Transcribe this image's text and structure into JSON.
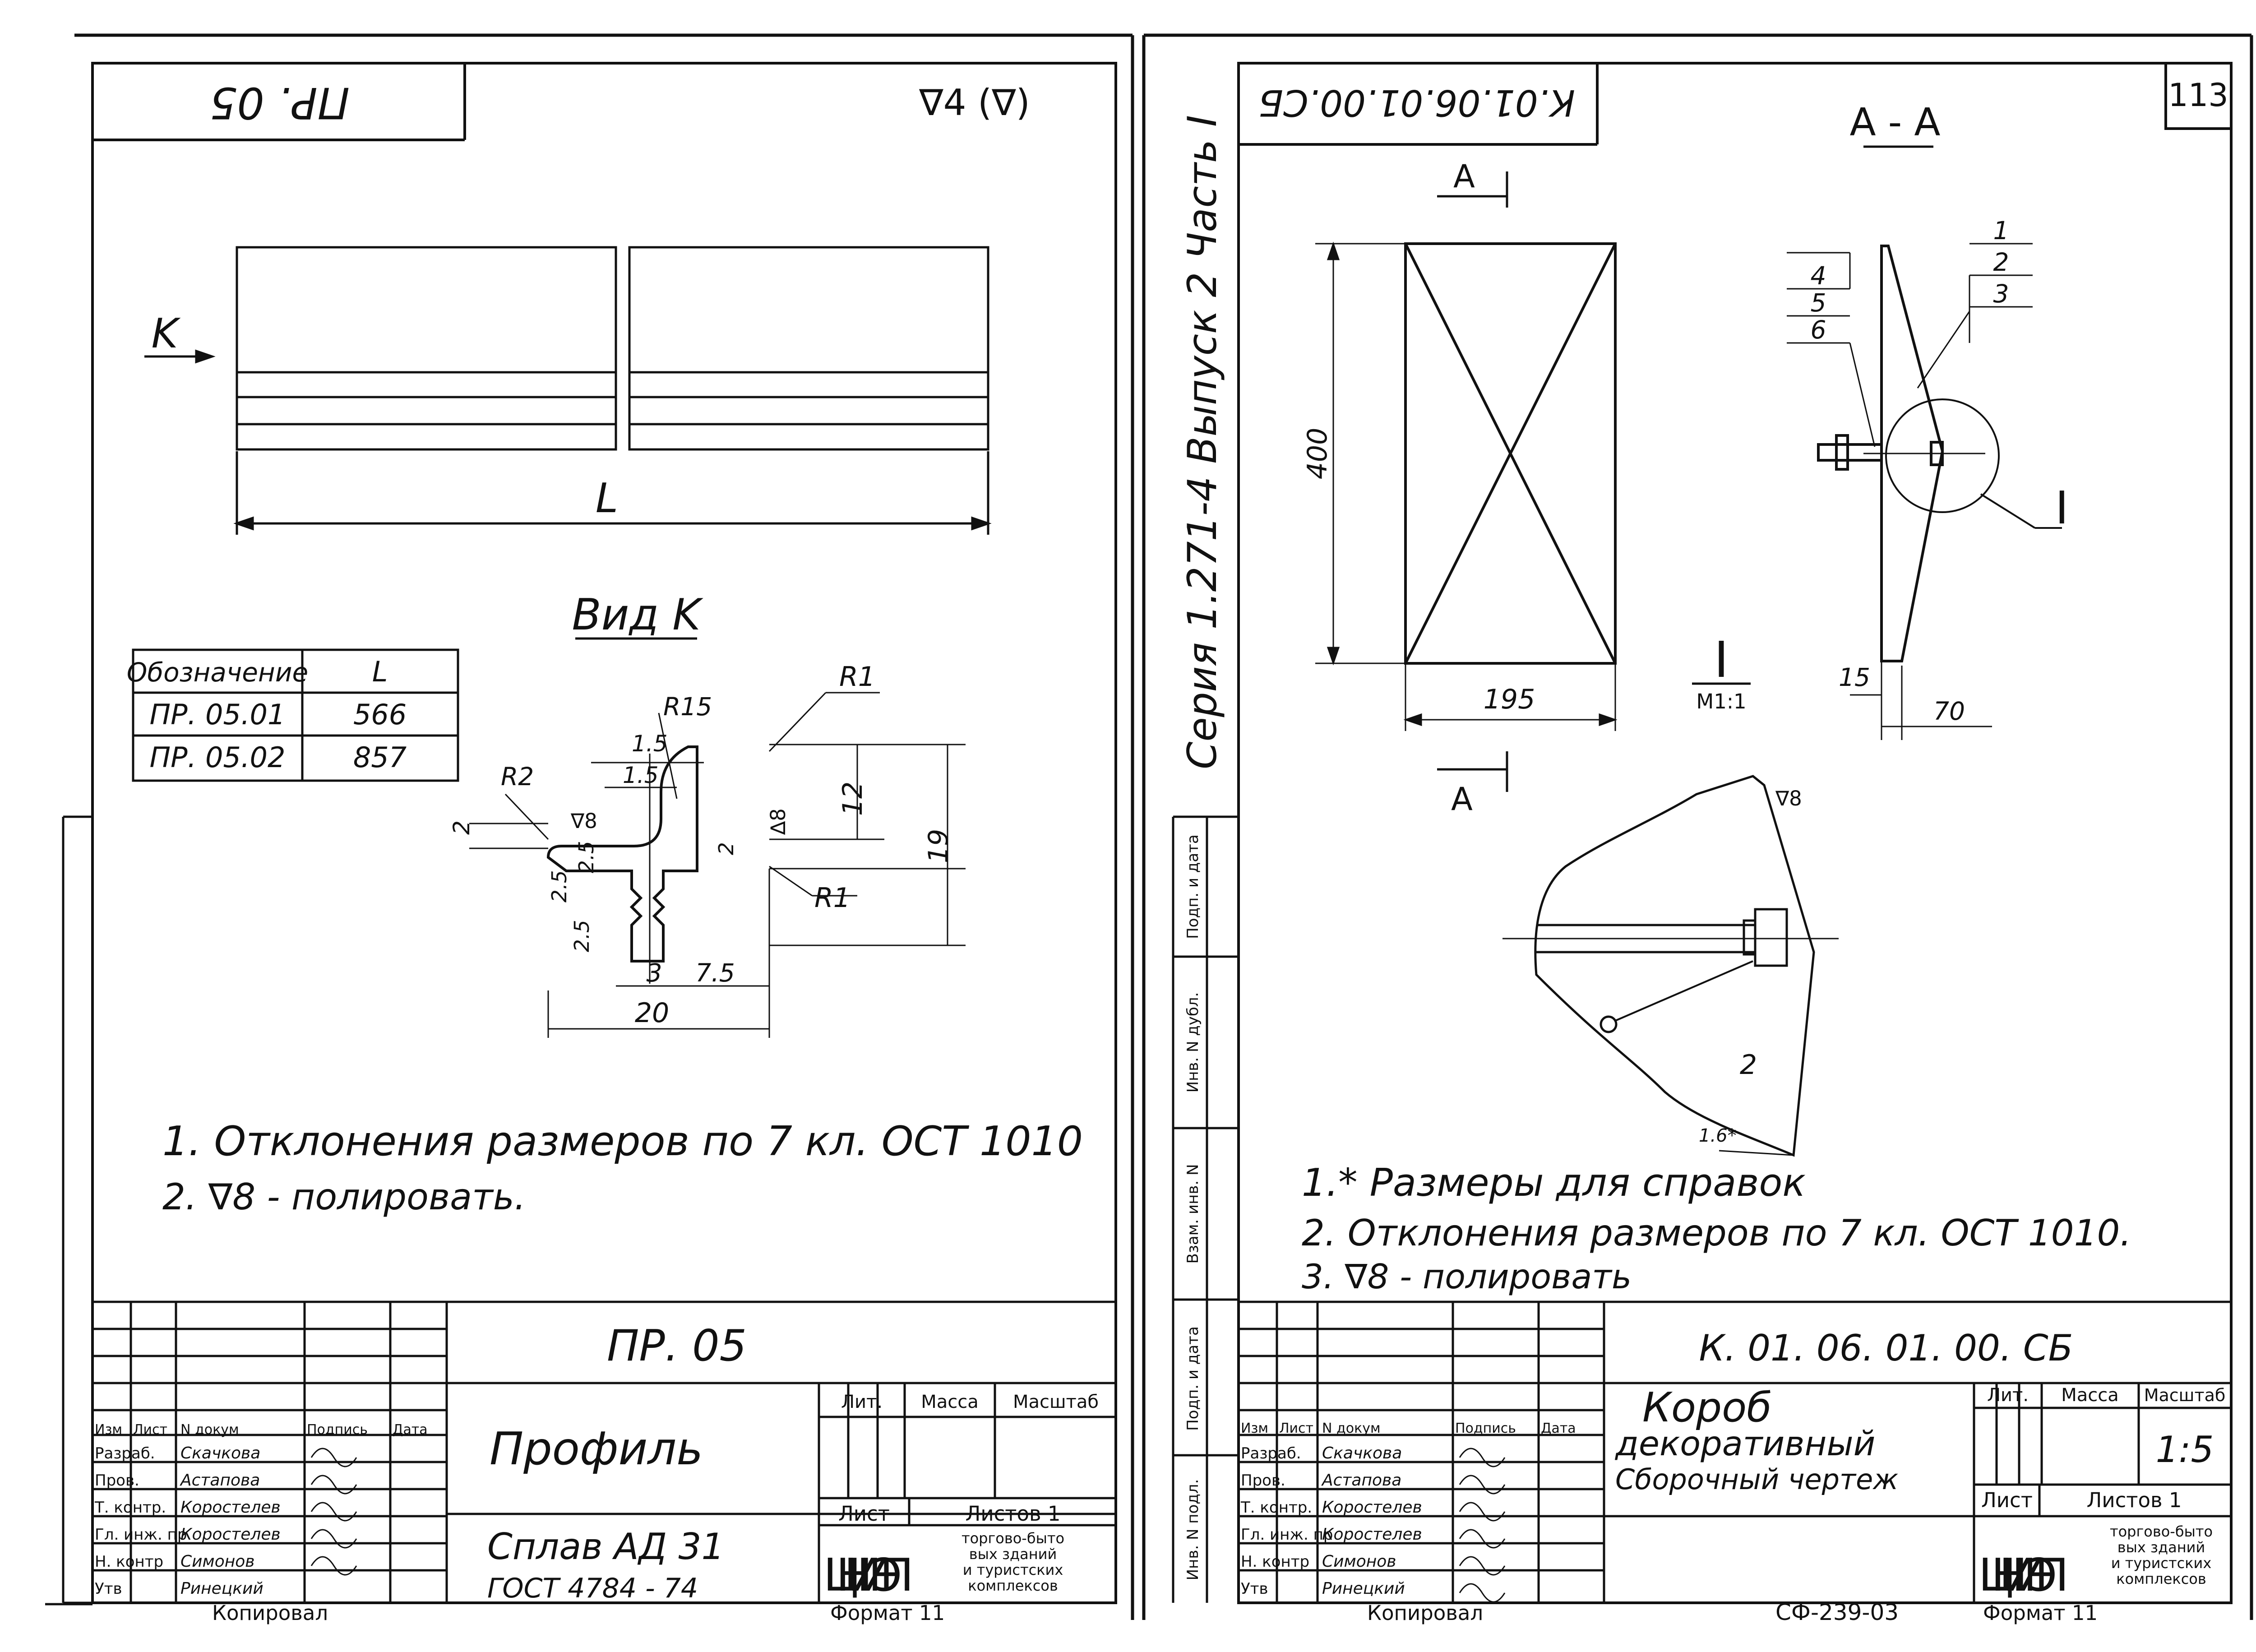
{
  "left_sheet": {
    "stamp_code": "ПР. 05",
    "roughness_general": "∇4 (∇)",
    "view_arrow_label": "K",
    "length_label": "L",
    "section_title": "Вид K",
    "table": {
      "headers": [
        "Обозначение",
        "L"
      ],
      "rows": [
        [
          "ПР. 05.01",
          "566"
        ],
        [
          "ПР. 05.02",
          "857"
        ]
      ]
    },
    "dims": {
      "r1_top": "R1",
      "r15": "R15",
      "r2": "R2",
      "r1_bottom": "R1",
      "d1_5a": "1.5",
      "d1_5b": "1.5",
      "d12": "12",
      "d19": "19",
      "d2_left": "2",
      "d2_5a": "2.5",
      "d2_5b": "2.5",
      "d2_5c": "2.5",
      "d2_right": "2",
      "d3": "3",
      "d7_5": "7.5",
      "d20": "20",
      "rough8a": "∇8",
      "rough8b": "∆8"
    },
    "notes": [
      "1. Отклонения размеров по 7 кл. ОСТ 1010",
      "2. ∇8 - полировать."
    ],
    "title_block": {
      "designation": "ПР. 05",
      "name": "Профиль",
      "material_1": "Сплав  АД 31",
      "material_2": "ГОСТ 4784 - 74",
      "col_headers": [
        "Изм",
        "Лист",
        "N докум",
        "Подпись",
        "Дата"
      ],
      "roles": [
        "Разраб.",
        "Пров.",
        "Т. контр.",
        "Гл. инж. пр",
        "Н. контр",
        "Утв"
      ],
      "people": [
        "Скачкова",
        "Астапова",
        "Коростелев",
        "Коростелев",
        "Симонов",
        "Ринецкий"
      ],
      "lit": "Лит.",
      "mass": "Масса",
      "scale": "Масштаб",
      "sheet": "Лист",
      "sheets": "Листов 1",
      "org_logo": "ЦНИИЭП",
      "org_text": [
        "торгово-быто",
        "вых зданий",
        "и туристских",
        "комплексов"
      ],
      "copied": "Копировал",
      "format": "Формат 11"
    }
  },
  "right_sheet": {
    "stamp_code": "К.01.06.01.00.СБ",
    "page_number": "113",
    "series_label": "Серия  1.271-4   Выпуск 2 Часть I",
    "section_title": "А - А",
    "cut_a_top": "А",
    "cut_a_bottom": "А",
    "dim_400": "400",
    "dim_195": "195",
    "dim_15": "15",
    "dim_70": "70",
    "detail_label": "I",
    "detail_callout": "I",
    "detail_scale": "М1:1",
    "dim_1_6": "1.6*",
    "rough8": "∇8",
    "leader_2": "2",
    "leaders_right": [
      "1",
      "2",
      "3"
    ],
    "leaders_left": [
      "4",
      "5",
      "6"
    ],
    "notes": [
      "1.* Размеры для справок",
      "2. Отклонения размеров по 7 кл. ОСТ 1010.",
      "3. ∇8 - полировать"
    ],
    "side_columns": [
      "Инв. N подл.",
      "Подп. и дата",
      "Взам. инв. N",
      "Инв. N дубл.",
      "Подп. и дата"
    ],
    "title_block": {
      "designation": "К. 01. 06. 01. 00. СБ",
      "name_1": "Короб",
      "name_2": "декоративный",
      "name_3": "Сборочный чертеж",
      "col_headers": [
        "Изм",
        "Лист",
        "N докум",
        "Подпись",
        "Дата"
      ],
      "roles": [
        "Разраб.",
        "Пров.",
        "Т. контр.",
        "Гл. инж. пр",
        "Н. контр",
        "Утв"
      ],
      "people": [
        "Скачкова",
        "Астапова",
        "Коростелев",
        "Коростелев",
        "Симонов",
        "Ринецкий"
      ],
      "lit": "Лит.",
      "mass": "Масса",
      "scale": "Масштаб",
      "scale_value": "1:5",
      "sheet": "Лист",
      "sheets": "Листов 1",
      "org_logo": "ЦНИИЭП",
      "org_text": [
        "торгово-быто",
        "вых зданий",
        "и туристских",
        "комплексов"
      ],
      "copied": "Копировал",
      "doc_code": "СФ-239-03",
      "format": "Формат 11"
    }
  }
}
